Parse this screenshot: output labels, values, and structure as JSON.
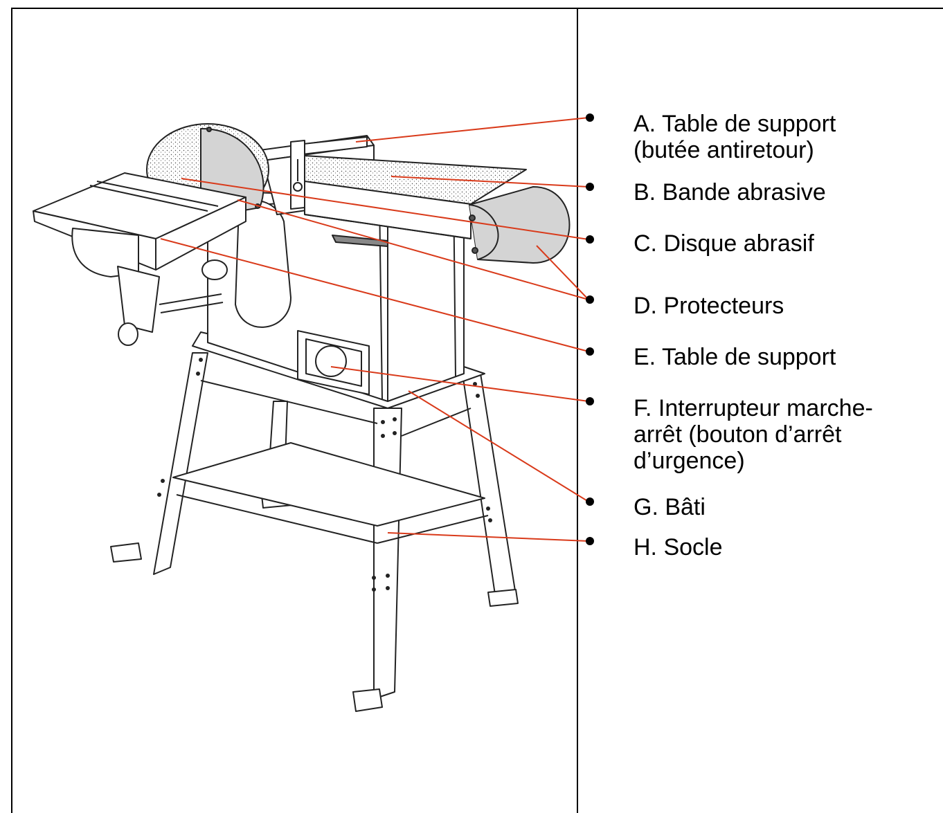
{
  "labels": [
    {
      "id": "A",
      "text": "A. Table de support\n(butée antiretour)"
    },
    {
      "id": "B",
      "text": "B. Bande abrasive"
    },
    {
      "id": "C",
      "text": "C. Disque abrasif"
    },
    {
      "id": "D",
      "text": "D. Protecteurs"
    },
    {
      "id": "E",
      "text": "E. Table de support"
    },
    {
      "id": "F",
      "text": "F. Interrupteur marche-\narrêt (bouton d’arrêt\nd’urgence)"
    },
    {
      "id": "G",
      "text": "G. Bâti"
    },
    {
      "id": "H",
      "text": "H. Socle"
    }
  ],
  "colors": {
    "leader": "#d93a1a",
    "outline": "#222222",
    "guard_fill": "#d4d4d4",
    "border": "#000000"
  }
}
